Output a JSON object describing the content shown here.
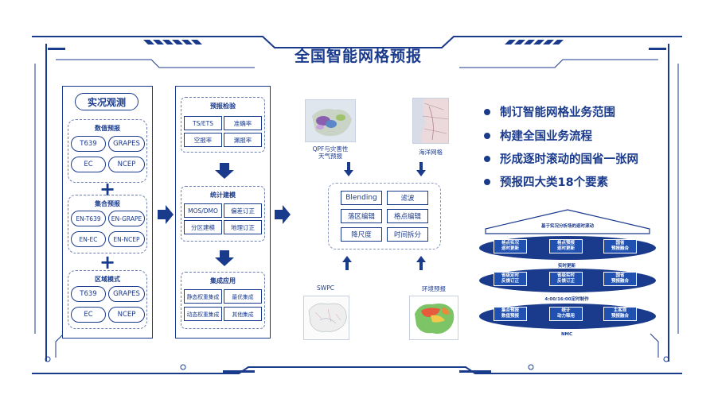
{
  "title": "全国智能网格预报",
  "left": {
    "header": "实况观测",
    "groups": [
      {
        "title": "数值预报",
        "items": [
          "T639",
          "GRAPES",
          "EC",
          "NCEP"
        ]
      },
      {
        "title": "集合预报",
        "items": [
          "EN-T639",
          "EN-GRAPE",
          "EN-EC",
          "EN-NCEP"
        ]
      },
      {
        "title": "区域模式",
        "items": [
          "T639",
          "GRAPES",
          "EC",
          "NCEP"
        ]
      }
    ]
  },
  "middle": {
    "groups": [
      {
        "title": "预报检验",
        "items": [
          "TS/ETS",
          "准确率",
          "空报率",
          "漏报率"
        ]
      },
      {
        "title": "统计建模",
        "items": [
          "MOS/DMO",
          "偏差订正",
          "分区建模",
          "地理订正"
        ]
      },
      {
        "title": "集成应用",
        "items": [
          "静态权重集成",
          "最优集成",
          "动态权重集成",
          "其他集成"
        ]
      }
    ]
  },
  "center": {
    "top_left_caption": "QPF与灾害性\n天气预报",
    "top_right_caption": "海洋网格",
    "bottom_left_caption": "SWPC",
    "bottom_right_caption": "环境预报",
    "tools": [
      "Blending",
      "滤波",
      "落区编辑",
      "格点编辑",
      "降尺度",
      "时间拆分"
    ]
  },
  "bullets": [
    "制订智能网格业务范围",
    "构建全国业务流程",
    "形成逐时滚动的国省一张网",
    "预报四大类18个要素"
  ],
  "pyramid": {
    "roof": "基于实况分析场的逐时滚动",
    "row1": [
      "格点实况\n逐时更新",
      "格点预报\n逐时更新",
      "国省\n预报融合"
    ],
    "label1": "实时更新",
    "row2": [
      "省级定时\n反馈订正",
      "省级实时\n反馈订正",
      "国省\n预报融合"
    ],
    "label2": "4:00/16:00定时制作",
    "row3": [
      "集合预报\n数值预报",
      "统计\n动力释用",
      "主客观\n预报融合"
    ],
    "label3": "NMC"
  },
  "colors": {
    "primary": "#1a3a8c",
    "accent": "#2050b0"
  }
}
